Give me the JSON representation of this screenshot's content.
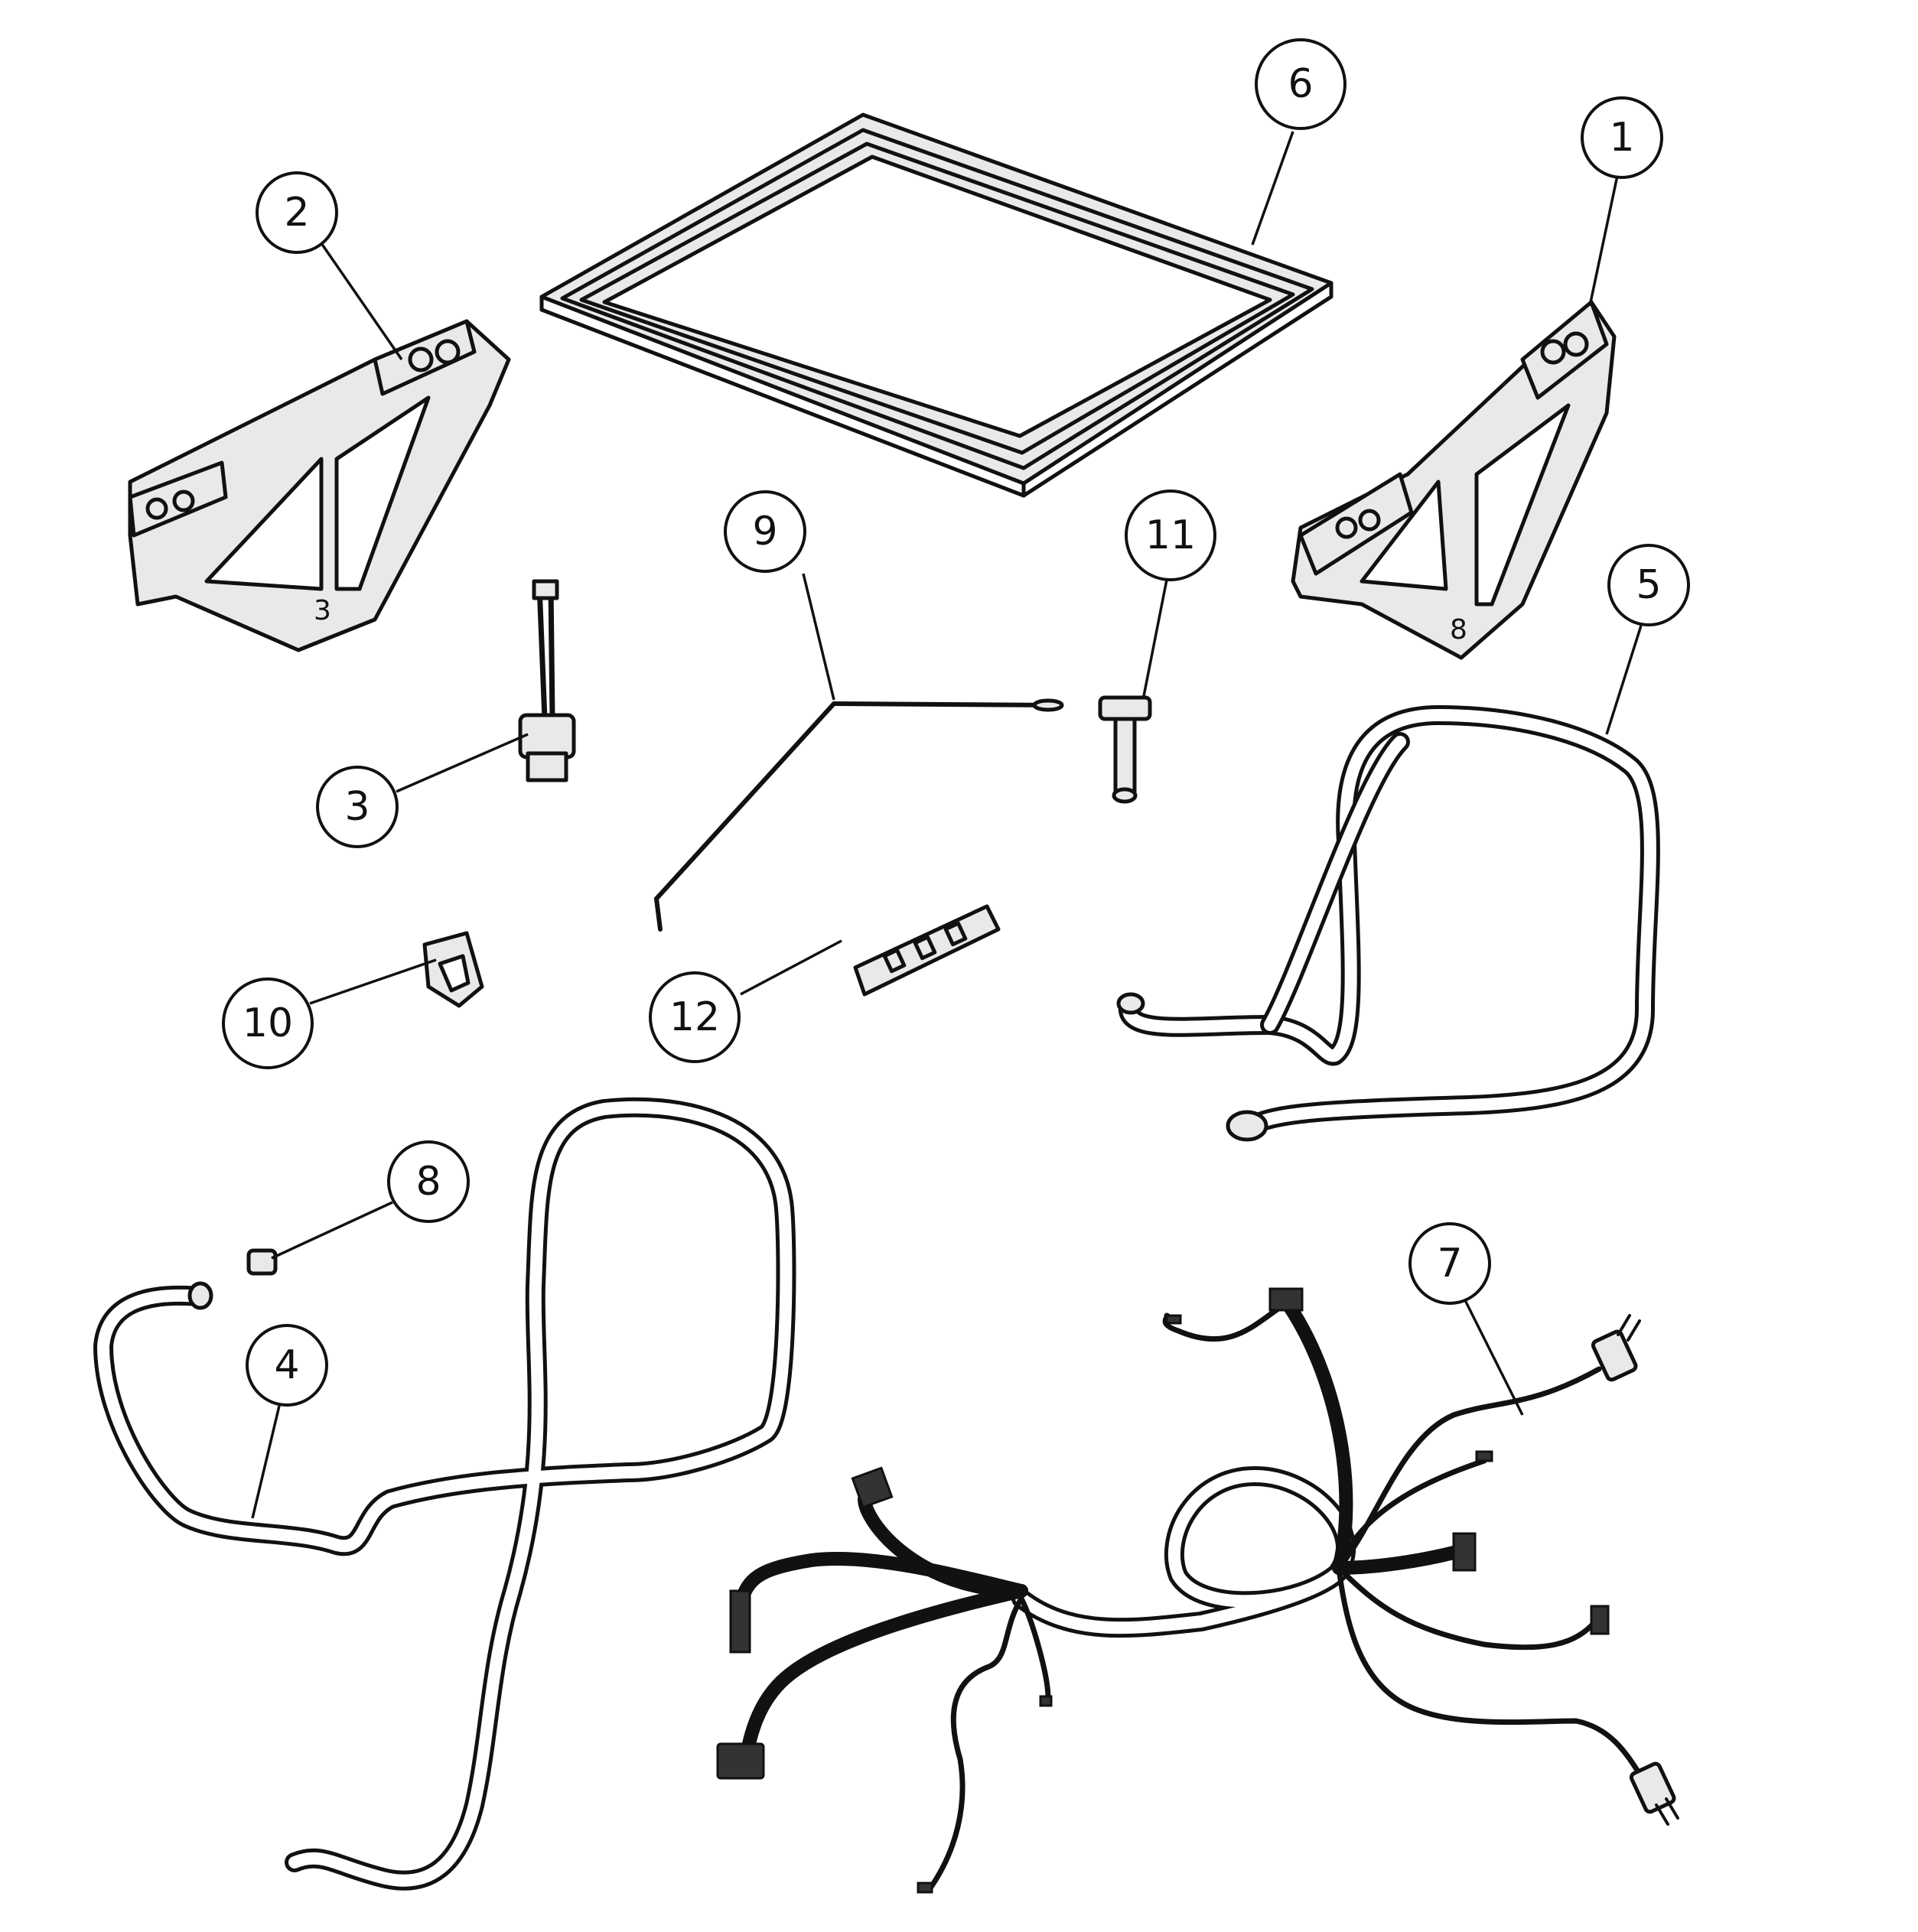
{
  "callouts": [
    {
      "id": "c1",
      "label": "1"
    },
    {
      "id": "c2",
      "label": "2"
    },
    {
      "id": "c3",
      "label": "3"
    },
    {
      "id": "c4",
      "label": "4"
    },
    {
      "id": "c5",
      "label": "5"
    },
    {
      "id": "c6",
      "label": "6"
    },
    {
      "id": "c7",
      "label": "7"
    },
    {
      "id": "c8",
      "label": "8"
    },
    {
      "id": "c9",
      "label": "9"
    },
    {
      "id": "c10",
      "label": "10"
    },
    {
      "id": "c11",
      "label": "11"
    },
    {
      "id": "c12",
      "label": "12"
    }
  ],
  "bracket_marks": {
    "left": "3",
    "right": "8"
  }
}
